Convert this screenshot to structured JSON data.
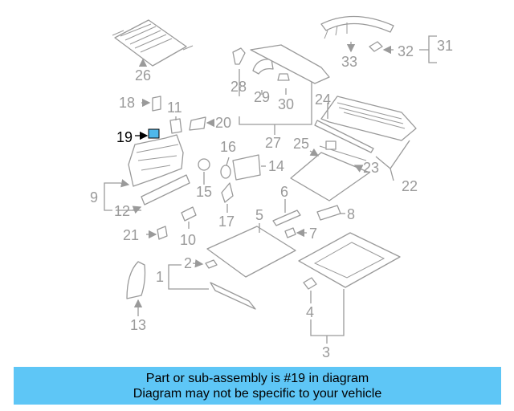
{
  "banner": {
    "line1": "Part or sub-assembly is #19 in diagram",
    "line2": "Diagram may not be specific to your vehicle"
  },
  "colors": {
    "banner_bg": "#5ec6f6",
    "line_gray": "#9a9a9a",
    "highlight_part": "#4fb8ea"
  },
  "diagram": {
    "highlighted_label": "19",
    "labels": {
      "l1": "1",
      "l2": "2",
      "l3": "3",
      "l4": "4",
      "l5": "5",
      "l6": "6",
      "l7": "7",
      "l8": "8",
      "l9": "9",
      "l10": "10",
      "l11": "11",
      "l12": "12",
      "l13": "13",
      "l14": "14",
      "l15": "15",
      "l16": "16",
      "l17": "17",
      "l18": "18",
      "l19": "19",
      "l20": "20",
      "l21": "21",
      "l22": "22",
      "l23": "23",
      "l24": "24",
      "l25": "25",
      "l26": "26",
      "l27": "27",
      "l28": "28",
      "l29": "29",
      "l30": "30",
      "l31": "31",
      "l32": "32",
      "l33": "33"
    }
  }
}
